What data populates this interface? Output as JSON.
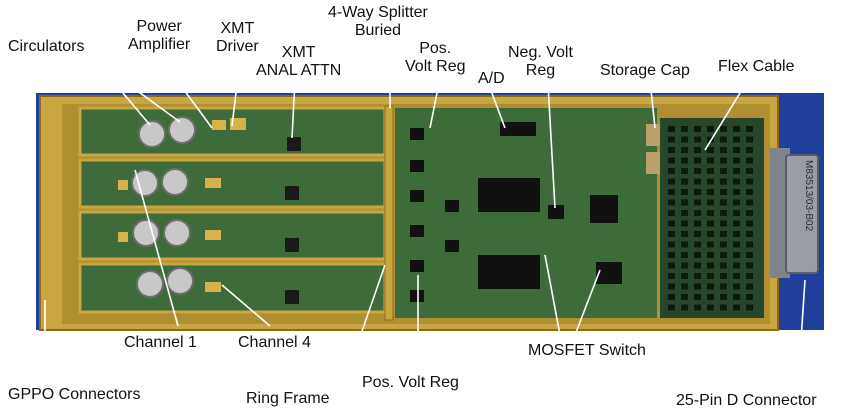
{
  "colors": {
    "background": "#ffffff",
    "blue_backing": "#1f3f9a",
    "gold_housing": "#c9a640",
    "gold_dark": "#8a6a1e",
    "pcb_green": "#3d6b3a",
    "pcb_dark": "#27462a",
    "connector_silver": "#9a9ea4",
    "leader_line": "#ffffff"
  },
  "labels": {
    "circulators": "Circulators",
    "power_amplifier_l1": "Power",
    "power_amplifier_l2": "Amplifier",
    "xmt_driver_l1": "XMT",
    "xmt_driver_l2": "Driver",
    "xmt_anal_attn_l1": "XMT",
    "xmt_anal_attn_l2": "ANAL ATTN",
    "splitter_l1": "4-Way Splitter",
    "splitter_l2": "Buried",
    "pos_volt_reg_top_l1": "Pos.",
    "pos_volt_reg_top_l2": "Volt Reg",
    "ad": "A/D",
    "neg_volt_reg_l1": "Neg. Volt",
    "neg_volt_reg_l2": "Reg",
    "storage_cap": "Storage Cap",
    "flex_cable": "Flex Cable",
    "channel_1": "Channel 1",
    "channel_4": "Channel 4",
    "mosfet_switch": "MOSFET Switch",
    "gppo_connectors": "GPPO Connectors",
    "ring_frame": "Ring Frame",
    "pos_volt_reg_bottom": "Pos. Volt Reg",
    "connector_25pin": "25-Pin D Connector"
  },
  "connector_marking": "M83513/03-B02"
}
